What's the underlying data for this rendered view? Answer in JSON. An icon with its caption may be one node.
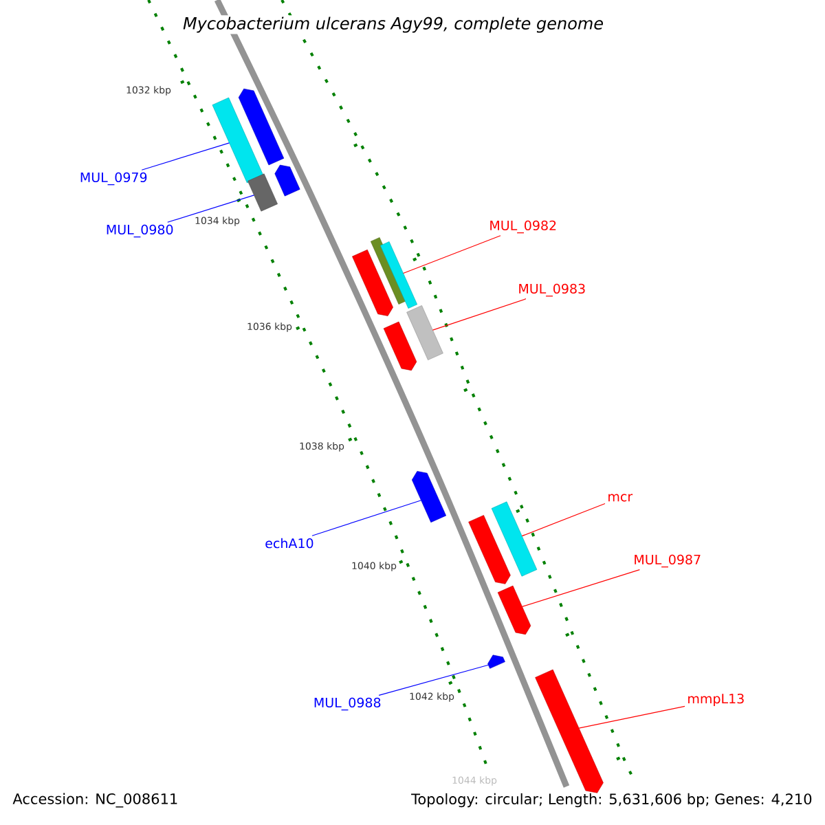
{
  "diagram": {
    "title": "Mycobacterium ulcerans Agy99, complete genome",
    "nodes": [
      {
        "text": [
          "MUL_0979"
        ]
      },
      {
        "text": [
          "MUL_0980"
        ]
      },
      {
        "text": [
          "MUL_0982"
        ]
      },
      {
        "text": [
          "MUL_0983"
        ]
      },
      {
        "text": [
          "mcr"
        ]
      },
      {
        "text": [
          "echA10"
        ]
      },
      {
        "text": [
          "MUL_0987"
        ]
      },
      {
        "text": [
          "MUL_0988"
        ]
      },
      {
        "text": [
          "mmpL13"
        ]
      },
      {
        "text": [],
        "shape": "arrow"
      },
      {
        "text": [],
        "shape": "bar"
      },
      {
        "text": [],
        "shape": "arrow"
      },
      {
        "text": [],
        "shape": "bar"
      },
      {
        "text": [],
        "shape": "bar"
      },
      {
        "text": [],
        "shape": "bar"
      },
      {
        "text": [],
        "shape": "arrow"
      },
      {
        "text": [],
        "shape": "bar"
      },
      {
        "text": [],
        "shape": "arrow"
      },
      {
        "text": [],
        "shape": "arrow"
      },
      {
        "text": [],
        "shape": "bar"
      },
      {
        "text": [],
        "shape": "arrow"
      },
      {
        "text": [],
        "shape": "arrow"
      },
      {
        "text": [],
        "shape": "arrow"
      },
      {
        "text": [],
        "shape": "arrow"
      }
    ],
    "edges": [
      {
        "from": 0,
        "to": 10,
        "arrow": "none",
        "color": "#0000ff"
      },
      {
        "from": 1,
        "to": 12,
        "arrow": "none",
        "color": "#0000ff"
      },
      {
        "from": 2,
        "to": 14,
        "arrow": "none"
      },
      {
        "from": 3,
        "to": 16,
        "arrow": "none"
      },
      {
        "from": 4,
        "to": 19,
        "arrow": "none"
      },
      {
        "from": 5,
        "to": 18,
        "arrow": "none",
        "color": "#0000ff"
      },
      {
        "from": 6,
        "to": 21,
        "arrow": "none"
      },
      {
        "from": 7,
        "to": 22,
        "arrow": "none",
        "color": "#0000ff"
      },
      {
        "from": 8,
        "to": 23,
        "arrow": "none"
      }
    ],
    "labels": [
      "1032 kbp",
      "1034 kbp",
      "1036 kbp",
      "1038 kbp",
      "1040 kbp",
      "1042 kbp",
      "1044 kbp",
      "Accession: NC_008611",
      "Topology: circular; Length: 5,631,606 bp; Genes: 4,210"
    ]
  }
}
